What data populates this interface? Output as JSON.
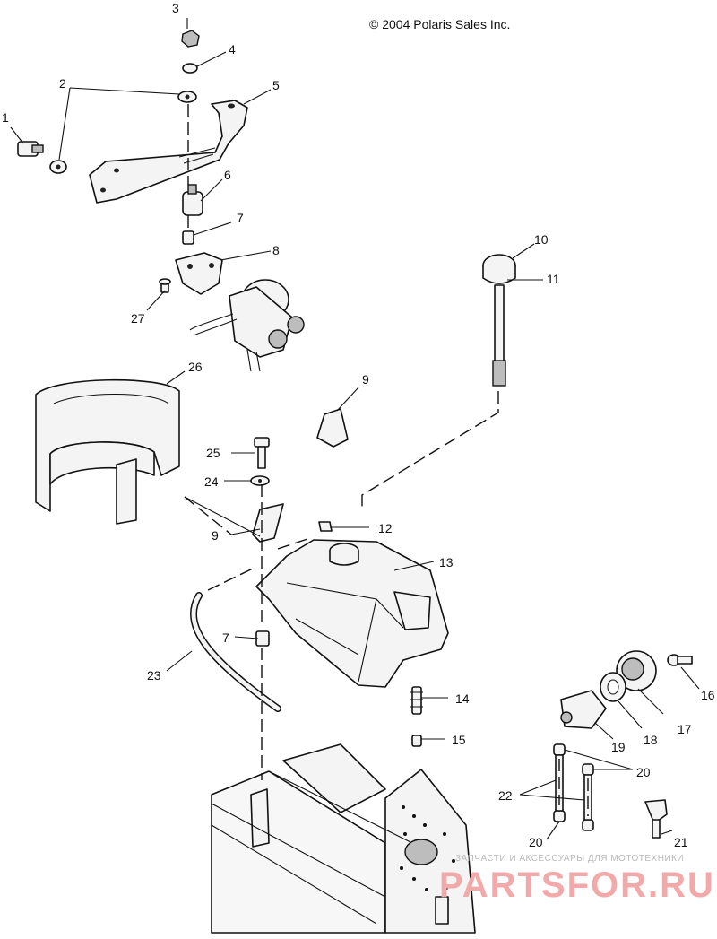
{
  "copyright": "© 2004 Polaris Sales Inc.",
  "watermark": {
    "line1": "ЗАПЧАСТИ И АКСЕССУАРЫ ДЛЯ МОТОТЕХНИКИ",
    "line2": "PARTSFOR.RU",
    "color": "#f2a9a9"
  },
  "callouts": {
    "c1": "1",
    "c2": "2",
    "c3": "3",
    "c4": "4",
    "c5": "5",
    "c6": "6",
    "c7a": "7",
    "c7b": "7",
    "c8": "8",
    "c9a": "9",
    "c9b": "9",
    "c10": "10",
    "c11": "11",
    "c12": "12",
    "c13": "13",
    "c14": "14",
    "c15": "15",
    "c16": "16",
    "c17": "17",
    "c18": "18",
    "c19": "19",
    "c20a": "20",
    "c20b": "20",
    "c21": "21",
    "c22": "22",
    "c23": "23",
    "c24": "24",
    "c25": "25",
    "c26": "26",
    "c27": "27"
  }
}
